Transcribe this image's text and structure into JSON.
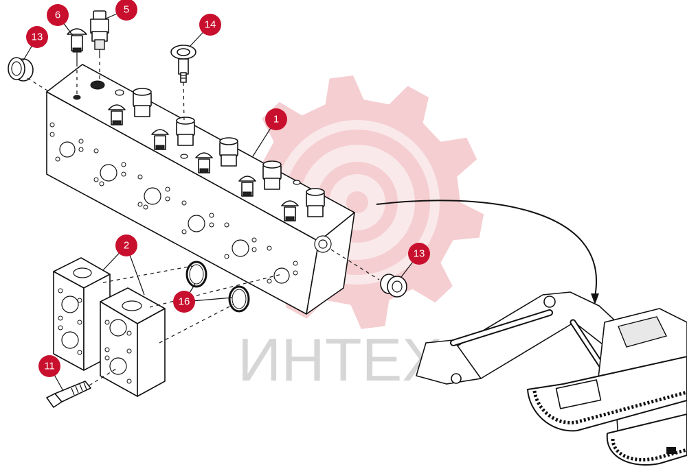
{
  "colors": {
    "callout": "#c8102e",
    "watermark_gear": "#f4c9cd",
    "watermark_text": "#d6d6d6",
    "line": "#111111"
  },
  "watermark": {
    "text": "ИНТЕХ"
  },
  "callouts": [
    {
      "id": "c6",
      "label": "6"
    },
    {
      "id": "c5",
      "label": "5"
    },
    {
      "id": "c14",
      "label": "14"
    },
    {
      "id": "c13a",
      "label": "13"
    },
    {
      "id": "c1",
      "label": "1"
    },
    {
      "id": "c2",
      "label": "2"
    },
    {
      "id": "c13b",
      "label": "13"
    },
    {
      "id": "c16",
      "label": "16"
    },
    {
      "id": "c11",
      "label": "11"
    }
  ],
  "icons": [
    "valve-block-icon",
    "fitting-icon",
    "eye-bolt-icon",
    "plug-icon",
    "flange-plate-icon",
    "o-ring-icon",
    "bolt-icon",
    "excavator-icon",
    "gear-watermark-icon"
  ]
}
